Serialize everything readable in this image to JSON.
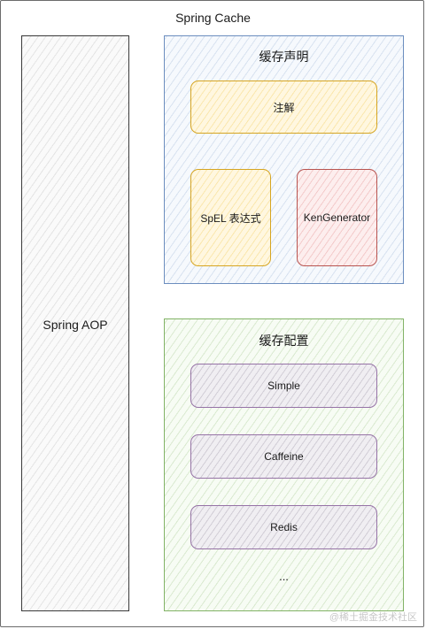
{
  "diagram": {
    "title": "Spring Cache",
    "aop_label": "Spring AOP",
    "declaration_group": {
      "title": "缓存声明",
      "annotation": "注解",
      "spel": "SpEL 表达式",
      "key_generator": "KenGenerator"
    },
    "config_group": {
      "title": "缓存配置",
      "items": [
        "Simple",
        "Caffeine",
        "Redis"
      ],
      "ellipsis": "..."
    }
  },
  "watermark": "@稀土掘金技术社区",
  "colors": {
    "blue_border": "#6c8ebf",
    "green_border": "#82b366",
    "yellow_border": "#d6a522",
    "red_border": "#b85450",
    "purple_border": "#9673a6"
  }
}
